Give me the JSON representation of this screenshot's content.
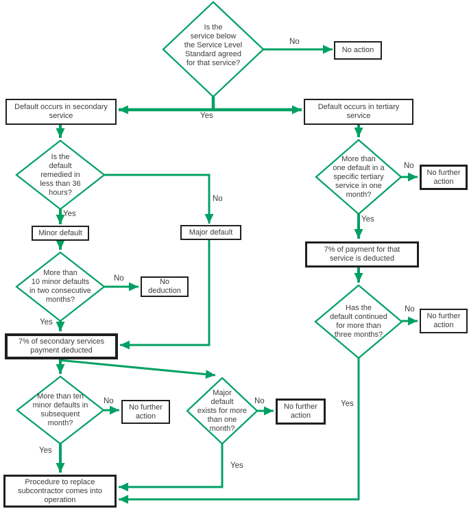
{
  "diagram_type": "flowchart",
  "colors": {
    "connector": "#00A064",
    "box_border": "#1f1f1f",
    "text": "#3b3b3b",
    "background": "#ffffff"
  },
  "labels": {
    "yes": "Yes",
    "no": "No"
  },
  "nodes": {
    "start_question": "Is the\nservice below\nthe Service Level\nStandard agreed\nfor that service?",
    "no_action": "No action",
    "secondary_default": "Default occurs in secondary\nservice",
    "tertiary_default": "Default occurs in tertiary\nservice",
    "remedied_question": "Is the\ndefault\nremedied in\nless than 36\nhours?",
    "minor_default": "Minor default",
    "major_default": "Major default",
    "ten_defaults_question": "More than\n10 minor defaults\nin two consecutive\nmonths?",
    "no_deduction": "No\ndeduction",
    "secondary_deduction": "7% of secondary services\npayment deducted",
    "subsequent_defaults_question": "More than ten\nminor defaults in\nsubsequent\nmonth?",
    "no_further_action_1": "No further\naction",
    "major_default_question": "Major\ndefault\nexists for more\nthan one\nmonth?",
    "no_further_action_2": "No further\naction",
    "tertiary_defaults_question": "More than\none default in a\nspecific tertiary\nservice in one\nmonth?",
    "no_further_action_3": "No further\naction",
    "tertiary_deduction": "7% of payment for that\nservice is deducted",
    "continued_question": "Has the\ndefault continued\nfor more than\nthree months?",
    "no_further_action_4": "No further\naction",
    "replace_procedure": "Procedure to replace\nsubcontractor comes into\noperation"
  }
}
